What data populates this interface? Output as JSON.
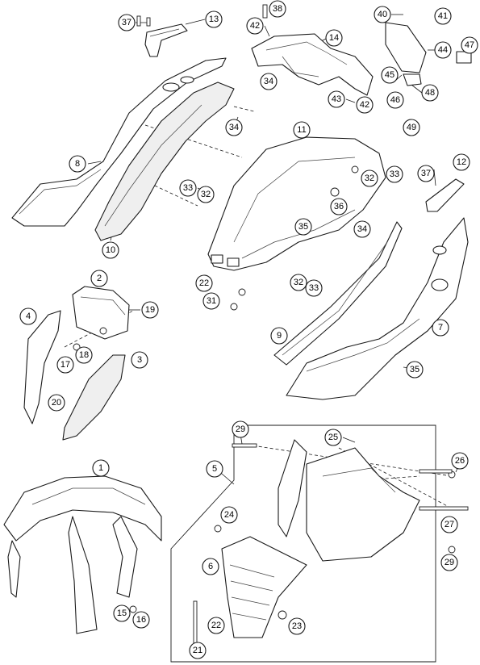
{
  "callouts": [
    {
      "label": "37"
    },
    {
      "label": "13"
    },
    {
      "label": "38"
    },
    {
      "label": "42"
    },
    {
      "label": "14"
    },
    {
      "label": "40"
    },
    {
      "label": "41"
    },
    {
      "label": "44"
    },
    {
      "label": "47"
    },
    {
      "label": "45"
    },
    {
      "label": "48"
    },
    {
      "label": "34"
    },
    {
      "label": "43"
    },
    {
      "label": "42"
    },
    {
      "label": "46"
    },
    {
      "label": "49"
    },
    {
      "label": "34"
    },
    {
      "label": "11"
    },
    {
      "label": "8"
    },
    {
      "label": "33"
    },
    {
      "label": "32"
    },
    {
      "label": "32"
    },
    {
      "label": "33"
    },
    {
      "label": "37"
    },
    {
      "label": "12"
    },
    {
      "label": "36"
    },
    {
      "label": "35"
    },
    {
      "label": "34"
    },
    {
      "label": "10"
    },
    {
      "label": "2"
    },
    {
      "label": "22"
    },
    {
      "label": "31"
    },
    {
      "label": "32"
    },
    {
      "label": "33"
    },
    {
      "label": "4"
    },
    {
      "label": "19"
    },
    {
      "label": "7"
    },
    {
      "label": "18"
    },
    {
      "label": "9"
    },
    {
      "label": "17"
    },
    {
      "label": "3"
    },
    {
      "label": "35"
    },
    {
      "label": "20"
    },
    {
      "label": "29"
    },
    {
      "label": "25"
    },
    {
      "label": "1"
    },
    {
      "label": "5"
    },
    {
      "label": "26"
    },
    {
      "label": "24"
    },
    {
      "label": "27"
    },
    {
      "label": "6"
    },
    {
      "label": "29"
    },
    {
      "label": "15"
    },
    {
      "label": "16"
    },
    {
      "label": "22"
    },
    {
      "label": "23"
    },
    {
      "label": "21"
    }
  ]
}
